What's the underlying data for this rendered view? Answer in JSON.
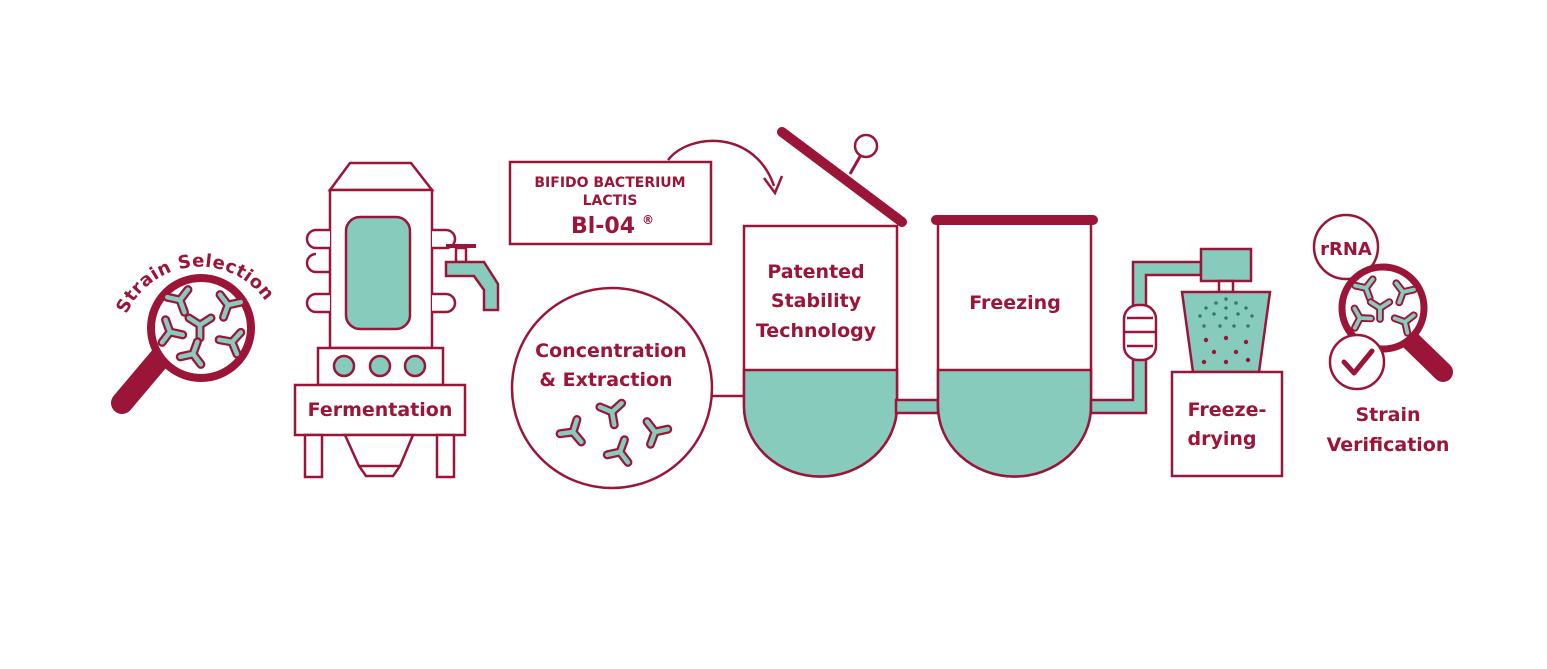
{
  "colors": {
    "primary": "#9b1538",
    "accent": "#86cbbc",
    "background": "#ffffff"
  },
  "steps": {
    "strain_selection": "Strain Selection",
    "fermentation": "Fermentation",
    "concentration_line1": "Concentration",
    "concentration_line2": "& Extraction",
    "stability_line1": "Patented",
    "stability_line2": "Stability",
    "stability_line3": "Technology",
    "freezing": "Freezing",
    "freeze_drying_line1": "Freeze-",
    "freeze_drying_line2": "drying",
    "rrna": "rRNA",
    "verification_line1": "Strain",
    "verification_line2": "Verification"
  },
  "strain_label": {
    "line1": "BIFIDO BACTERIUM",
    "line2": "LACTIS",
    "name": "Bl-04",
    "mark": "®"
  },
  "icons": [
    "magnifier-icon",
    "bacteria-icon",
    "fermenter-icon",
    "tap-icon",
    "tank-icon",
    "valve-icon",
    "spray-dryer-icon",
    "checkmark-icon",
    "arrow-icon"
  ]
}
